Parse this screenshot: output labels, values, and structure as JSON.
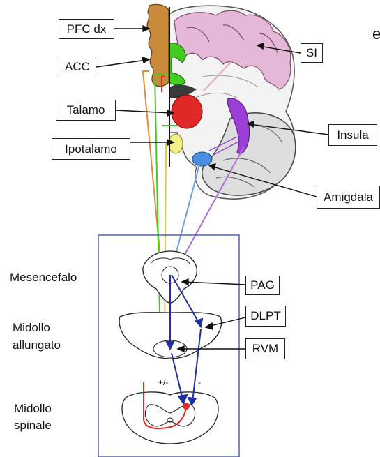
{
  "labels": {
    "pfc": "PFC dx",
    "acc": "ACC",
    "talamo": "Talamo",
    "ipotalamo": "Ipotalamo",
    "si": "SI",
    "insula": "Insula",
    "amigdala": "Amigdala",
    "pag": "PAG",
    "dlpt": "DLPT",
    "rvm": "RVM"
  },
  "sections": {
    "mesencefalo": "Mesencefalo",
    "midollo_allungato_1": "Midollo",
    "midollo_allungato_2": "allungato",
    "midollo_spinale_1": "Midollo",
    "midollo_spinale_2": "spinale"
  },
  "signs": {
    "plus_minus": "+/-",
    "minus": "-"
  },
  "edge_text": "e",
  "colors": {
    "pfc": "#c98a3a",
    "acc": "#44cc22",
    "talamo": "#e02828",
    "ipotalamo": "#f2ef8a",
    "si": "#e6b8d8",
    "insula": "#9b3fd6",
    "amigdala": "#4a90e2",
    "pathway_blue": "#1f2fa0",
    "frame": "#3a4aa0"
  }
}
